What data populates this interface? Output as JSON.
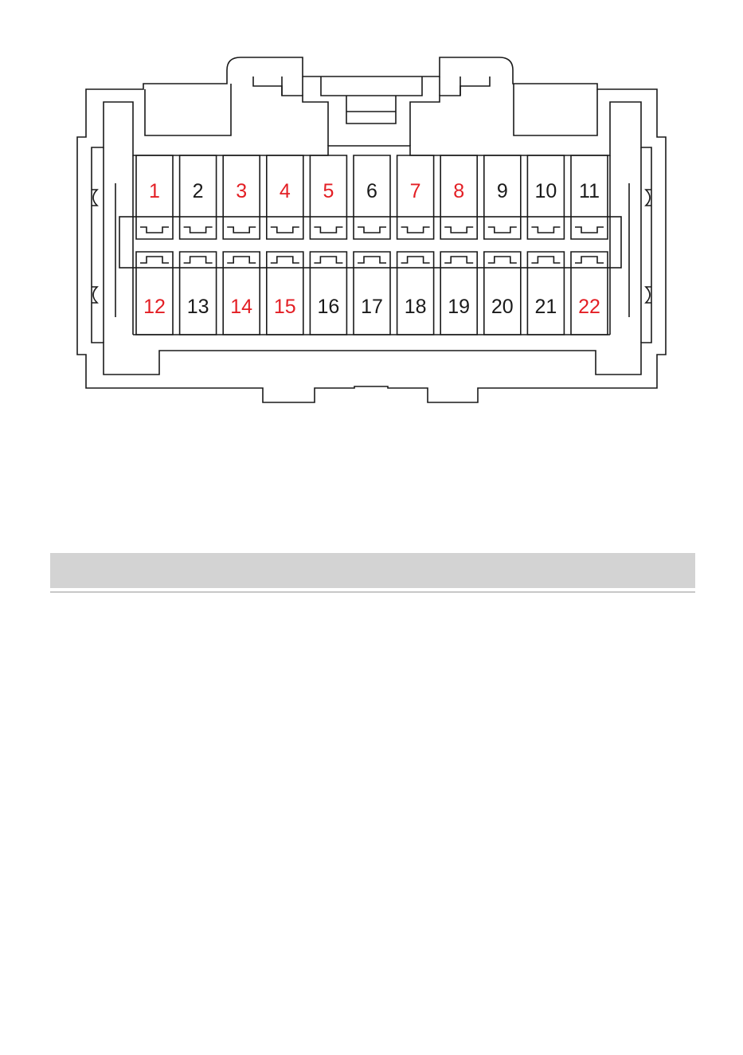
{
  "diagram": {
    "outline_color": "#1a1a1a",
    "highlight_color": "#e31e24",
    "normal_color": "#1a1a1a",
    "pins_top": [
      {
        "label": "1",
        "highlight": true
      },
      {
        "label": "2",
        "highlight": false
      },
      {
        "label": "3",
        "highlight": true
      },
      {
        "label": "4",
        "highlight": true
      },
      {
        "label": "5",
        "highlight": true
      },
      {
        "label": "6",
        "highlight": false
      },
      {
        "label": "7",
        "highlight": true
      },
      {
        "label": "8",
        "highlight": true
      },
      {
        "label": "9",
        "highlight": false
      },
      {
        "label": "10",
        "highlight": false
      },
      {
        "label": "11",
        "highlight": false
      }
    ],
    "pins_bottom": [
      {
        "label": "12",
        "highlight": true
      },
      {
        "label": "13",
        "highlight": false
      },
      {
        "label": "14",
        "highlight": true
      },
      {
        "label": "15",
        "highlight": true
      },
      {
        "label": "16",
        "highlight": false
      },
      {
        "label": "17",
        "highlight": false
      },
      {
        "label": "18",
        "highlight": false
      },
      {
        "label": "19",
        "highlight": false
      },
      {
        "label": "20",
        "highlight": false
      },
      {
        "label": "21",
        "highlight": false
      },
      {
        "label": "22",
        "highlight": true
      }
    ]
  },
  "table": {
    "header_color": "#d3d3d3"
  }
}
